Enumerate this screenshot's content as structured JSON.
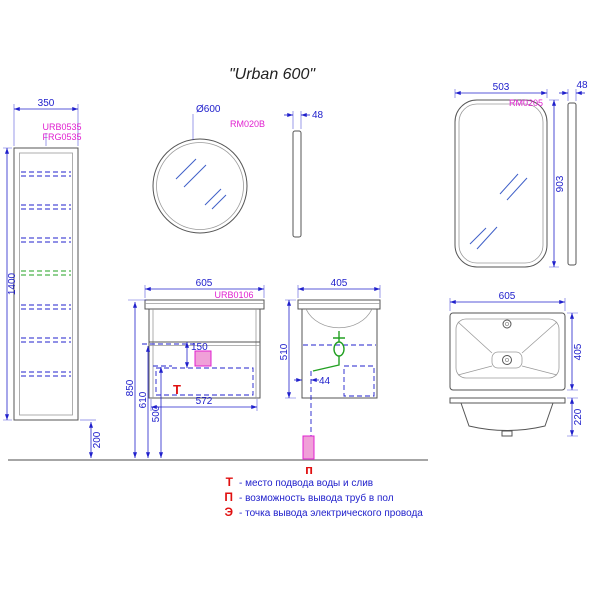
{
  "title": "\"Urban 600\"",
  "colors": {
    "line": "#555555",
    "line_light": "#9a9a9a",
    "dim": "#2020cc",
    "code": "#e020d0",
    "red": "#e01010",
    "green": "#22a022",
    "shine": "#4060c8",
    "pink_fill": "#f0a0d8",
    "floor": "#888888"
  },
  "tall_cabinet": {
    "codes": [
      "URB0535",
      "FRG0535"
    ],
    "width_dim": "350",
    "height_dim": "1400",
    "floor_gap_dim": "200"
  },
  "round_mirror": {
    "diameter_dim": "Ø600",
    "code": "RM020B",
    "side": {
      "thickness_dim": "48"
    }
  },
  "rect_mirror": {
    "code": "RM0205",
    "width_dim": "503",
    "height_dim": "903",
    "side": {
      "thickness_dim": "48"
    }
  },
  "vanity": {
    "code": "URB0106",
    "width_dim": "605",
    "inner_width_dim": "572",
    "drawer_dim": "150",
    "height_from_floor_dim": "850",
    "drain_height_dim": "610",
    "outlet_height_dim": "500",
    "water_marker": "Т"
  },
  "vanity_side": {
    "depth_dim": "405",
    "height_dim": "510",
    "pipe_offset_dim": "44"
  },
  "sink": {
    "top": {
      "width_dim": "605",
      "depth_dim": "405"
    },
    "side": {
      "height_dim": "220"
    }
  },
  "floor": {
    "pipe_marker": "п"
  },
  "legend": {
    "items": [
      {
        "letter": "Т",
        "text": "- место подвода воды и слив"
      },
      {
        "letter": "П",
        "text": "- возможность вывода труб в пол"
      },
      {
        "letter": "Э",
        "text": "- точка вывода электрического провода"
      }
    ]
  }
}
